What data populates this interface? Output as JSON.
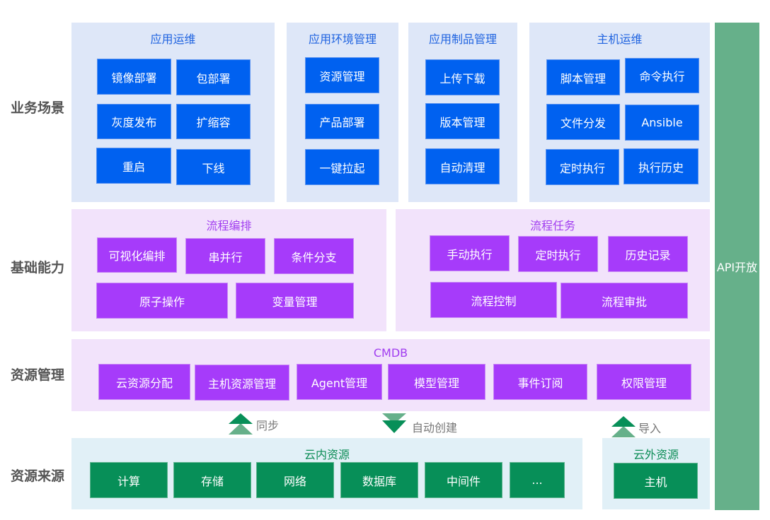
{
  "side_labels": [
    "业务场景",
    "基础能力",
    "资源管理",
    "资源来源"
  ],
  "api_label": "API开放",
  "business": [
    {
      "title": "应用运维",
      "items": [
        "镜像部署",
        "包部署",
        "灰度发布",
        "扩缩容",
        "重启",
        "下线"
      ]
    },
    {
      "title": "应用环境管理",
      "items": [
        "资源管理",
        "产品部署",
        "一键拉起"
      ]
    },
    {
      "title": "应用制品管理",
      "items": [
        "上传下载",
        "版本管理",
        "自动清理"
      ]
    },
    {
      "title": "主机运维",
      "items": [
        "脚本管理",
        "命令执行",
        "文件分发",
        "Ansible",
        "定时执行",
        "执行历史"
      ]
    }
  ],
  "foundation": [
    {
      "title": "流程编排",
      "items": [
        "可视化编排",
        "串并行",
        "条件分支",
        "原子操作",
        "变量管理"
      ]
    },
    {
      "title": "流程任务",
      "items": [
        "手动执行",
        "定时执行",
        "历史记录",
        "流程控制",
        "流程审批"
      ]
    }
  ],
  "cmdb": {
    "title": "CMDB",
    "items": [
      "云资源分配",
      "主机资源管理",
      "Agent管理",
      "模型管理",
      "事件订阅",
      "权限管理"
    ]
  },
  "arrows": {
    "sync": "同步",
    "auto_create": "自动创建",
    "import": "导入"
  },
  "cloud_in": {
    "title": "云内资源",
    "items": [
      "计算",
      "存储",
      "网络",
      "数据库",
      "中间件",
      "..."
    ]
  },
  "cloud_out": {
    "title": "云外资源",
    "items": [
      "主机"
    ]
  },
  "colors": {
    "blue": "#0061f0",
    "purple": "#a63bfa",
    "green": "#078f58",
    "api": "#66b08a"
  }
}
